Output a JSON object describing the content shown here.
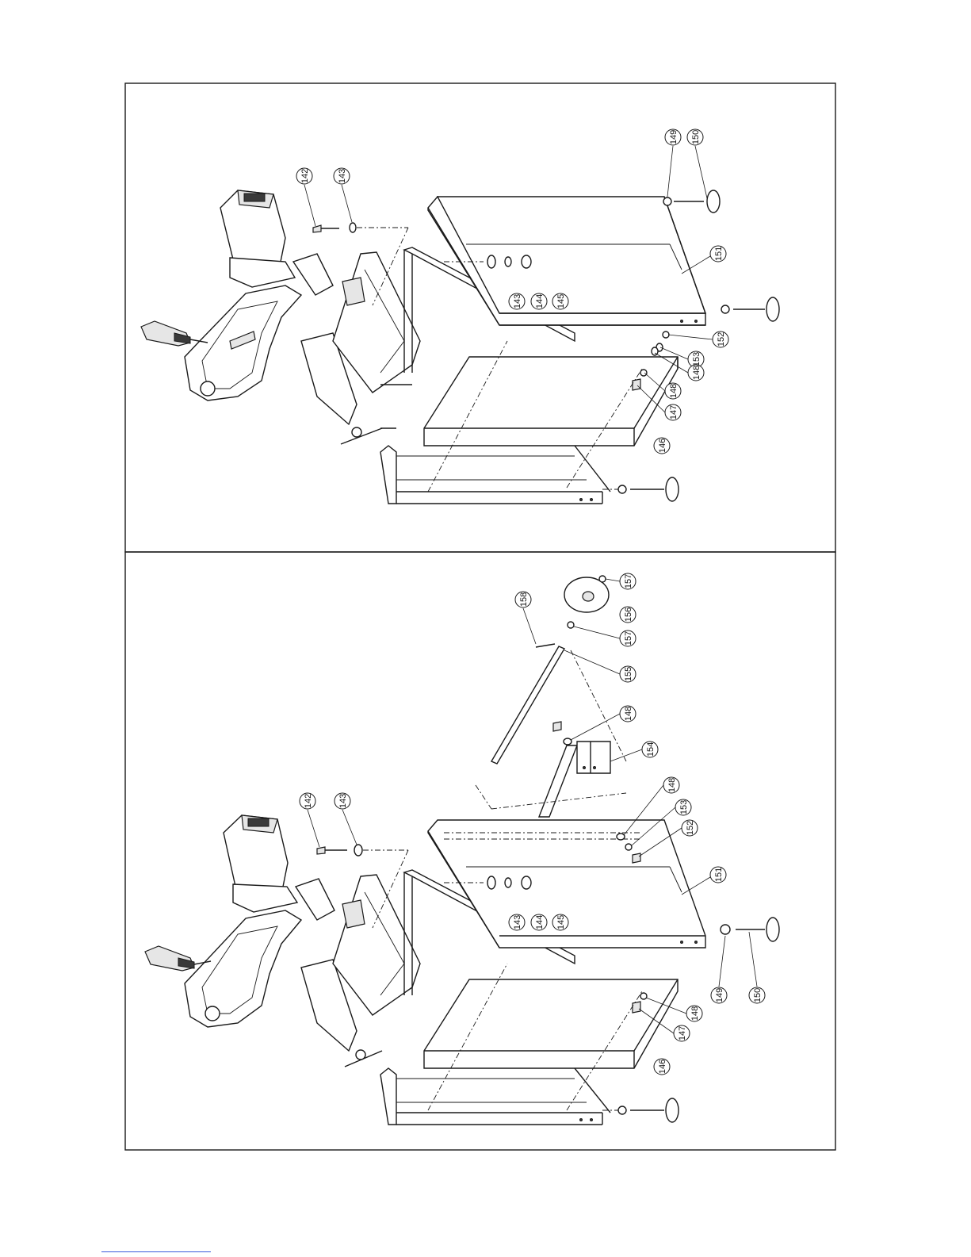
{
  "figures": [
    {
      "name": "stand-assembly-view-a",
      "callouts": [
        "142",
        "143",
        "143",
        "144",
        "145",
        "146",
        "147",
        "148",
        "148",
        "149",
        "150",
        "151",
        "152",
        "153"
      ]
    },
    {
      "name": "stand-assembly-view-b",
      "callouts": [
        "142",
        "143",
        "143",
        "144",
        "145",
        "146",
        "147",
        "148",
        "148",
        "148",
        "149",
        "150",
        "151",
        "152",
        "153",
        "154",
        "155",
        "156",
        "157",
        "157",
        "158"
      ]
    }
  ],
  "labels": {
    "p142": "142",
    "p143": "143",
    "p144": "144",
    "p145": "145",
    "p146": "146",
    "p147": "147",
    "p148": "148",
    "p149": "149",
    "p150": "150",
    "p151": "151",
    "p152": "152",
    "p153": "153",
    "p154": "154",
    "p155": "155",
    "p156": "156",
    "p157": "157",
    "p158": "158"
  }
}
